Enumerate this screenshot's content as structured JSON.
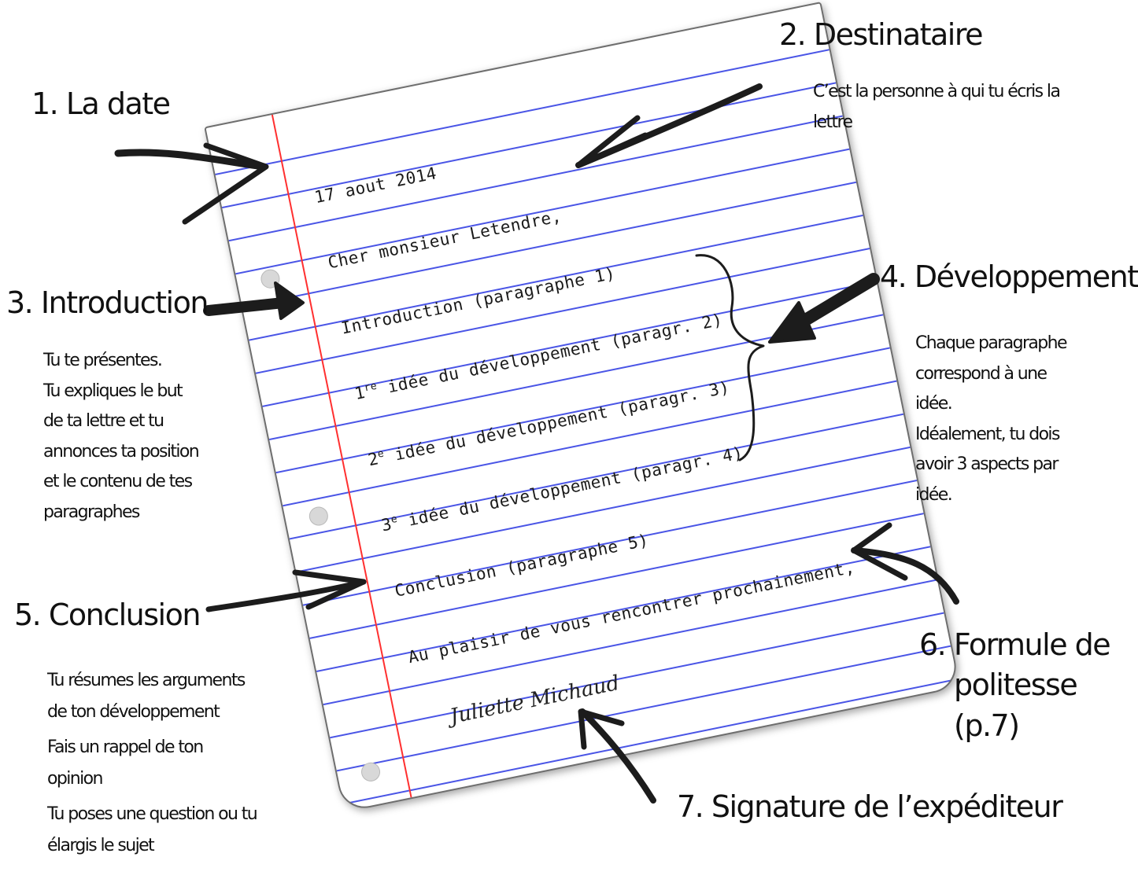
{
  "labels": {
    "date": "1. La date",
    "recipient": "2. Destinataire",
    "recipient_desc": "C’est la personne à qui tu écris la lettre",
    "introduction": "3. Introduction",
    "introduction_desc": [
      "Tu te présentes.",
      "Tu expliques le but",
      "de ta lettre et tu",
      "annonces ta position",
      "et le contenu de tes",
      "paragraphes"
    ],
    "development": "4. Développement",
    "development_desc": [
      "Chaque paragraphe",
      "correspond à une",
      "idée.",
      "Idéalement, tu dois",
      "avoir 3 aspects par",
      "idée."
    ],
    "conclusion": "5. Conclusion",
    "conclusion_desc": [
      "Tu résumes les arguments",
      "de ton développement",
      "Fais un rappel de ton",
      "opinion",
      "Tu poses une question ou tu",
      "élargis le sujet"
    ],
    "politeness": [
      "6. Formule de",
      "politesse",
      "(p.7)"
    ],
    "signature_label": "7. Signature de l’expéditeur"
  },
  "letter": {
    "date": "17 aout 2014",
    "salutation": "Cher monsieur Letendre,",
    "intro": "Introduction (paragraphe 1)",
    "idea1_prefix": "1",
    "idea1_sup": "re",
    "idea1_text": " idée du développement (paragr. 2)",
    "idea2_prefix": "2",
    "idea2_sup": "e",
    "idea2_text": " idée du développement (paragr. 3)",
    "idea3_prefix": "3",
    "idea3_sup": "e",
    "idea3_text": " idée du développement (paragr. 4)",
    "conclusion": "Conclusion (paragraphe 5)",
    "closing": "Au plaisir de vous rencontrer prochainement,",
    "signature": "Juliette Michaud"
  },
  "colors": {
    "rule_line": "#4a55e6",
    "margin_line": "#ff3030",
    "arrow": "#1c1c1c"
  }
}
